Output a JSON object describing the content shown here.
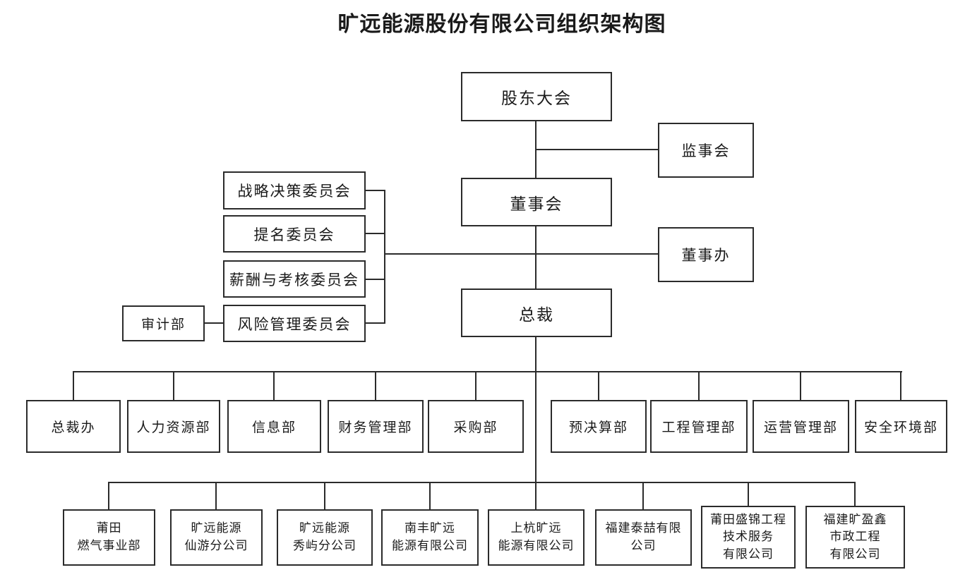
{
  "title": "旷远能源股份有限公司组织架构图",
  "org": {
    "shareholders_meeting": "股东大会",
    "supervisory_board": "监事会",
    "board_of_directors": "董事会",
    "board_office": "董事办",
    "president": "总裁",
    "audit_department": "审计部",
    "committees": [
      "战略决策委员会",
      "提名委员会",
      "薪酬与考核委员会",
      "风险管理委员会"
    ],
    "departments": [
      "总裁办",
      "人力资源部",
      "信息部",
      "财务管理部",
      "采购部",
      "预决算部",
      "工程管理部",
      "运营管理部",
      "安全环境部"
    ],
    "subsidiaries": [
      "莆田\n燃气事业部",
      "旷远能源\n仙游分公司",
      "旷远能源\n秀屿分公司",
      "南丰旷远\n能源有限公司",
      "上杭旷远\n能源有限公司",
      "福建泰喆有限\n公司",
      "莆田盛锦工程\n技术服务\n有限公司",
      "福建旷盈鑫\n市政工程\n有限公司"
    ]
  },
  "line_color": "#2b2b2b"
}
